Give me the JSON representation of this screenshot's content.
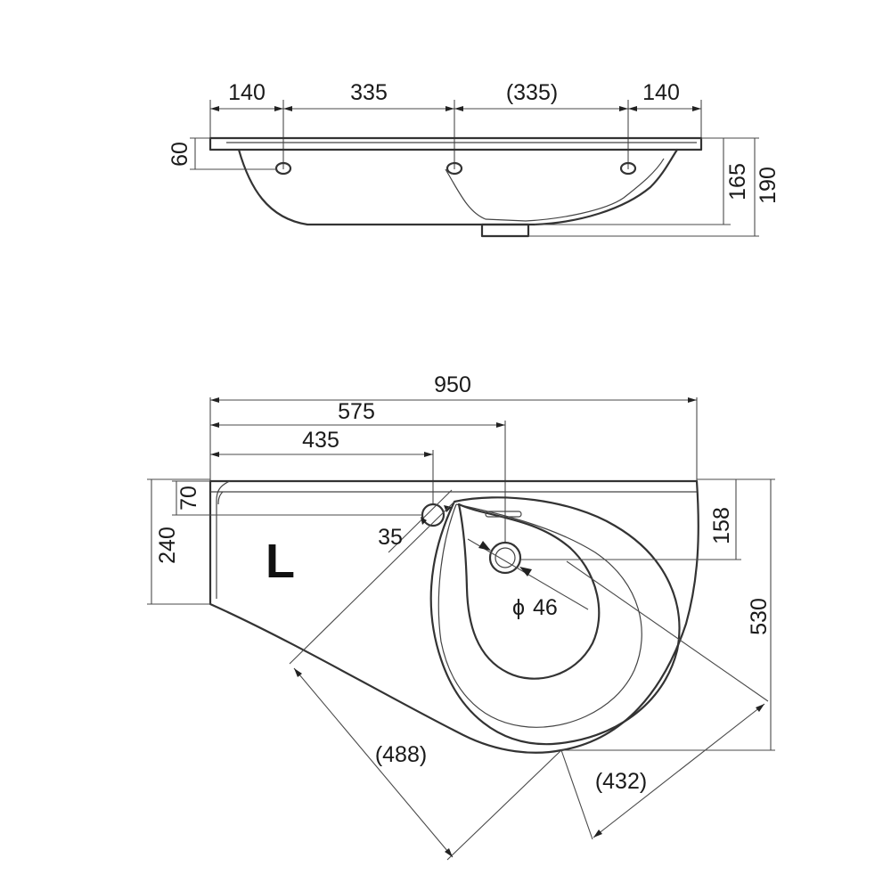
{
  "side_view": {
    "dims": {
      "top_left_140": "140",
      "top_335": "335",
      "top_335_ref": "(335)",
      "top_right_140": "140",
      "left_60": "60",
      "right_165": "165",
      "right_190": "190"
    }
  },
  "plan_view": {
    "hand_label": "L",
    "dims": {
      "width_950": "950",
      "tap_575": "575",
      "hole_435": "435",
      "left_70": "70",
      "left_240": "240",
      "hole_35": "35",
      "drain_46": "46",
      "diameter_symbol": "ϕ",
      "right_158": "158",
      "right_530": "530",
      "diag_488": "(488)",
      "diag_432": "(432)"
    }
  }
}
